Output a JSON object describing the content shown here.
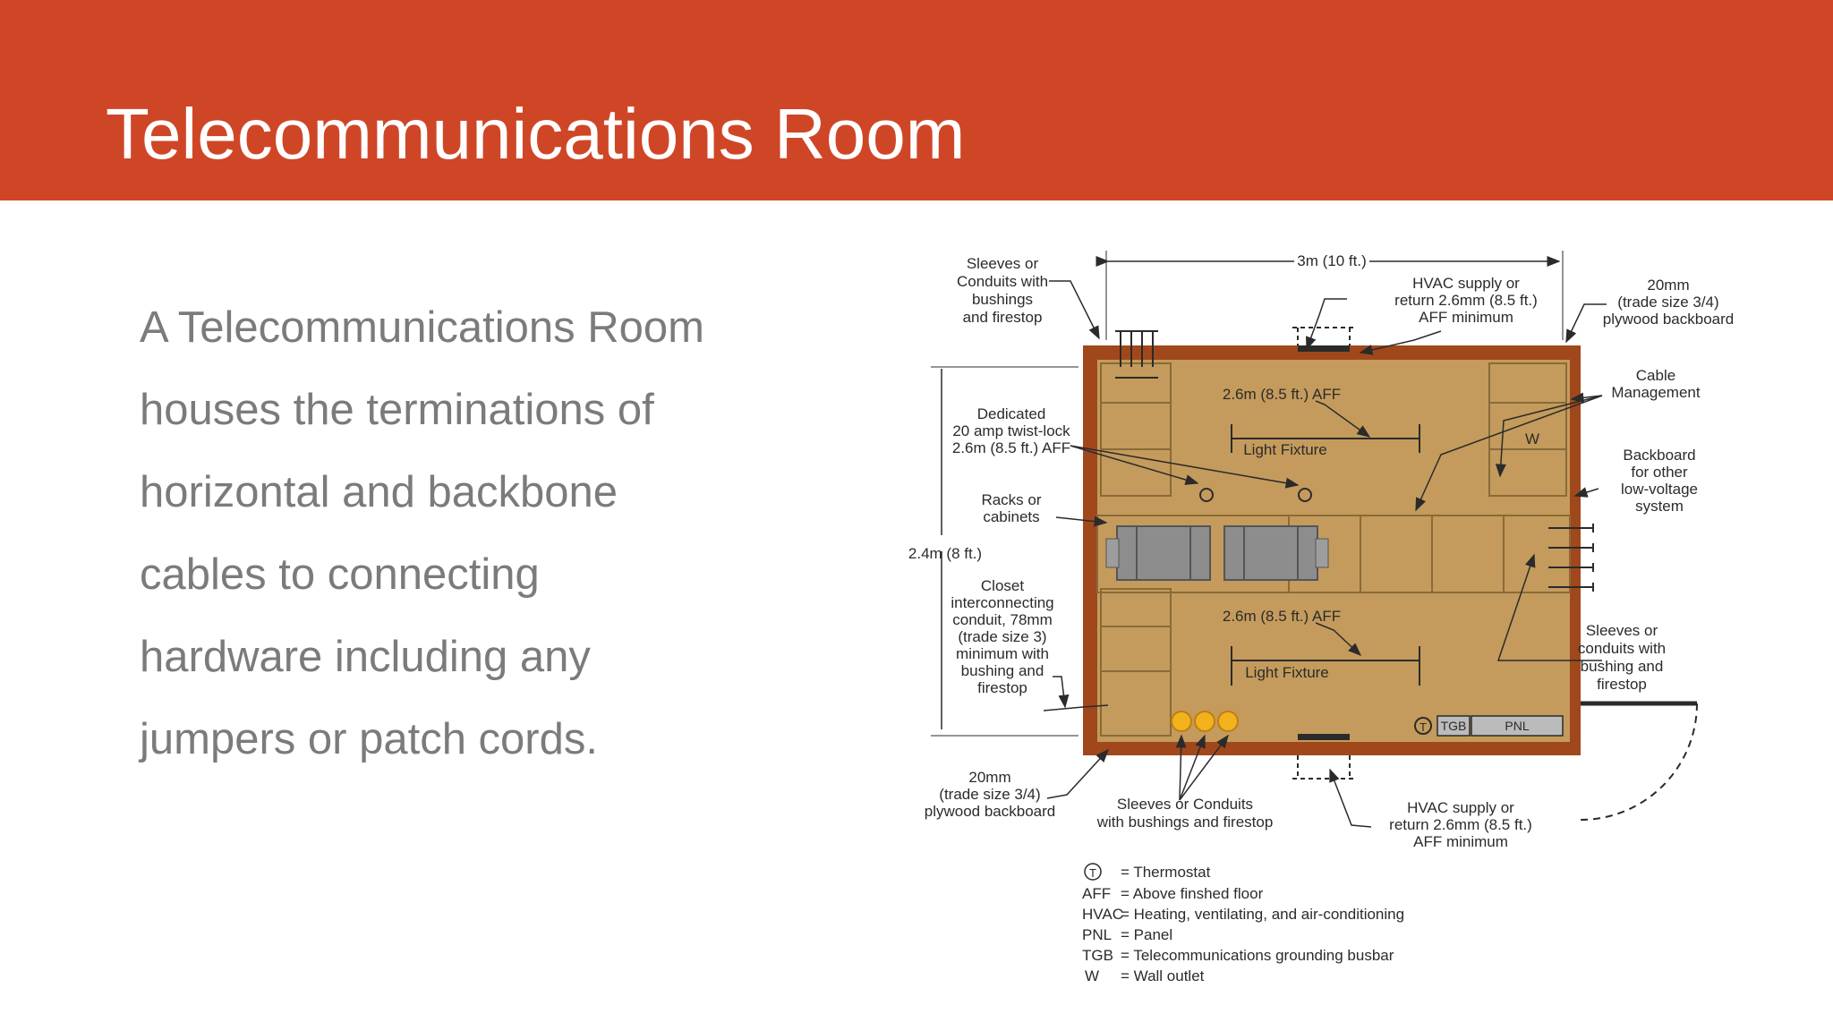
{
  "slide": {
    "title": "Telecommunications Room",
    "body_lines": [
      "A Telecommunications Room",
      "houses the terminations of",
      "horizontal and backbone",
      "cables to connecting",
      "hardware including any",
      "jumpers or patch cords."
    ]
  },
  "colors": {
    "header": "#cf4627",
    "wall": "#a0481c",
    "floor": "#c49b5c",
    "line": "#8a6a38"
  },
  "diagram": {
    "dim_width": "3m (10 ft.)",
    "dim_height": "2.4m (8 ft.)",
    "labels": {
      "sleeves_top": [
        "Sleeves or",
        "Conduits with",
        "bushings",
        "and firestop"
      ],
      "hvac_top": [
        "HVAC supply or",
        "return 2.6mm (8.5 ft.)",
        "AFF minimum"
      ],
      "backboard_top": [
        "20mm",
        "(trade size 3/4)",
        "plywood backboard"
      ],
      "cable_mgmt": [
        "Cable",
        "Management"
      ],
      "dedicated": [
        "Dedicated",
        "20 amp twist-lock",
        "2.6m (8.5 ft.) AFF"
      ],
      "racks": [
        "Racks or",
        "cabinets"
      ],
      "backbone_other": [
        "Backboard",
        "for other",
        "low-voltage",
        "system"
      ],
      "closet_conduit": [
        "Closet",
        "interconnecting",
        "conduit, 78mm",
        "(trade size 3)",
        "minimum with",
        "bushing and",
        "firestop"
      ],
      "sleeves_right": [
        "Sleeves or",
        "conduits with",
        "bushing and",
        "firestop"
      ],
      "backboard_bottom": [
        "20mm",
        "(trade size 3/4)",
        "plywood backboard"
      ],
      "sleeves_bottom": [
        "Sleeves or Conduits",
        "with bushings and firestop"
      ],
      "hvac_bottom": [
        "HVAC supply or",
        "return 2.6mm (8.5 ft.)",
        "AFF minimum"
      ],
      "aff_upper": "2.6m (8.5 ft.) AFF",
      "aff_lower": "2.6m (8.5 ft.) AFF",
      "light_upper": "Light Fixture",
      "light_lower": "Light Fixture",
      "wall_outlet": "W",
      "tgb": "TGB",
      "pnl": "PNL",
      "thermostat": "T"
    },
    "legend": [
      {
        "key": "T",
        "desc": "= Thermostat"
      },
      {
        "key": "AFF",
        "desc": "= Above finshed floor"
      },
      {
        "key": "HVAC",
        "desc": "= Heating, ventilating, and air-conditioning"
      },
      {
        "key": "PNL",
        "desc": "= Panel"
      },
      {
        "key": "TGB",
        "desc": "= Telecommunications grounding busbar"
      },
      {
        "key": "W",
        "desc": "= Wall outlet"
      }
    ]
  }
}
